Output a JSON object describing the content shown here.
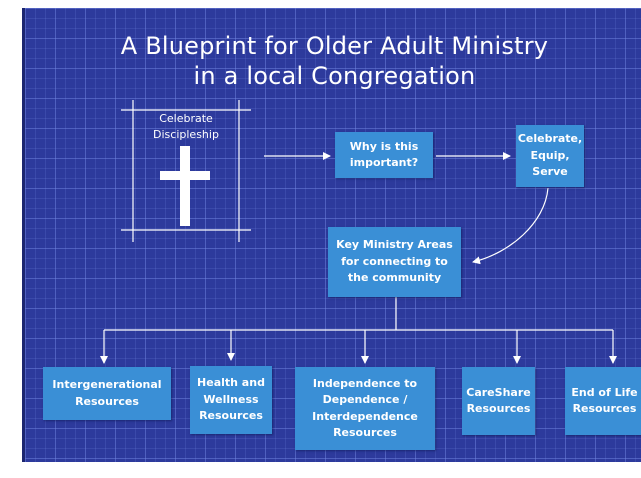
{
  "title": {
    "line1": "A Blueprint for Older Adult Ministry",
    "line2": "in a local Congregation"
  },
  "nodes": {
    "celebrate_discipleship": "Celebrate\nDiscipleship",
    "why_important": "Why is this\nimportant?",
    "celebrate_equip_serve": "Celebrate,\nEquip,\nServe",
    "key_ministry_areas": "Key Ministry Areas\nfor connecting to\nthe community",
    "intergenerational": "Intergenerational\nResources",
    "health_wellness": "Health and\nWellness\nResources",
    "independence": "Independence to\nDependence /\nInterdependence\nResources",
    "careshare": "CareShare\nResources",
    "end_of_life": "End of Life\nResources"
  },
  "colors": {
    "background": "#2d3a9c",
    "box": "#3a8fd6",
    "line": "#ffffff"
  },
  "icons": [
    "cross-icon"
  ]
}
